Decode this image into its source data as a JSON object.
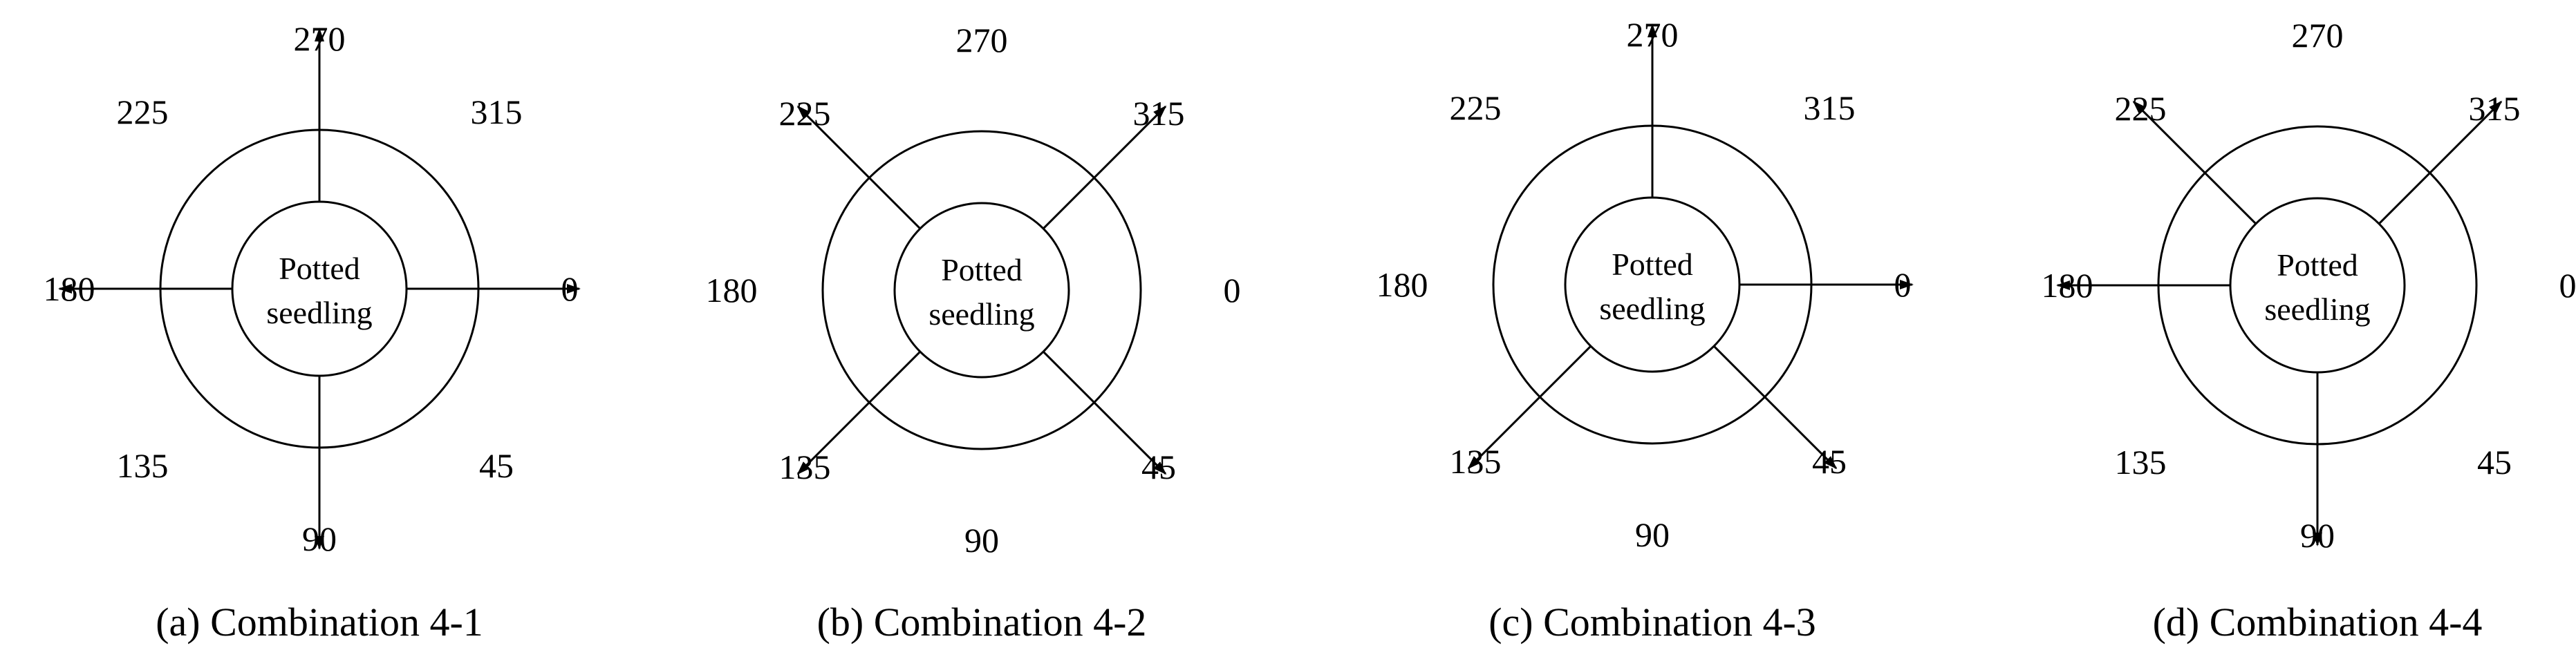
{
  "center_label": [
    "Potted",
    "seedling"
  ],
  "panels": [
    {
      "caption": "(a) Combination 4-1",
      "labels": {
        "0": "0",
        "45": "45",
        "90": "90",
        "135": "135",
        "180": "180",
        "225": "225",
        "270": "270",
        "315": "315"
      },
      "arrows": [
        0,
        90,
        180,
        270
      ]
    },
    {
      "caption": "(b) Combination 4-2",
      "labels": {
        "0": "0",
        "45": "45",
        "90": "90",
        "135": "135",
        "180": "180",
        "225": "225",
        "270": "270",
        "315": "315"
      },
      "arrows": [
        45,
        135,
        225,
        315
      ]
    },
    {
      "caption": "(c) Combination 4-3",
      "labels": {
        "0": "0",
        "45": "45",
        "90": "90",
        "135": "135",
        "180": "180",
        "225": "225",
        "270": "270",
        "315": "315"
      },
      "arrows": [
        0,
        45,
        135,
        270
      ]
    },
    {
      "caption": "(d) Combination 4-4",
      "labels": {
        "0": "0",
        "45": "45",
        "90": "90",
        "135": "135",
        "180": "180",
        "225": "225",
        "270": "270",
        "315": "315"
      },
      "arrows": [
        90,
        180,
        225,
        315
      ]
    }
  ]
}
